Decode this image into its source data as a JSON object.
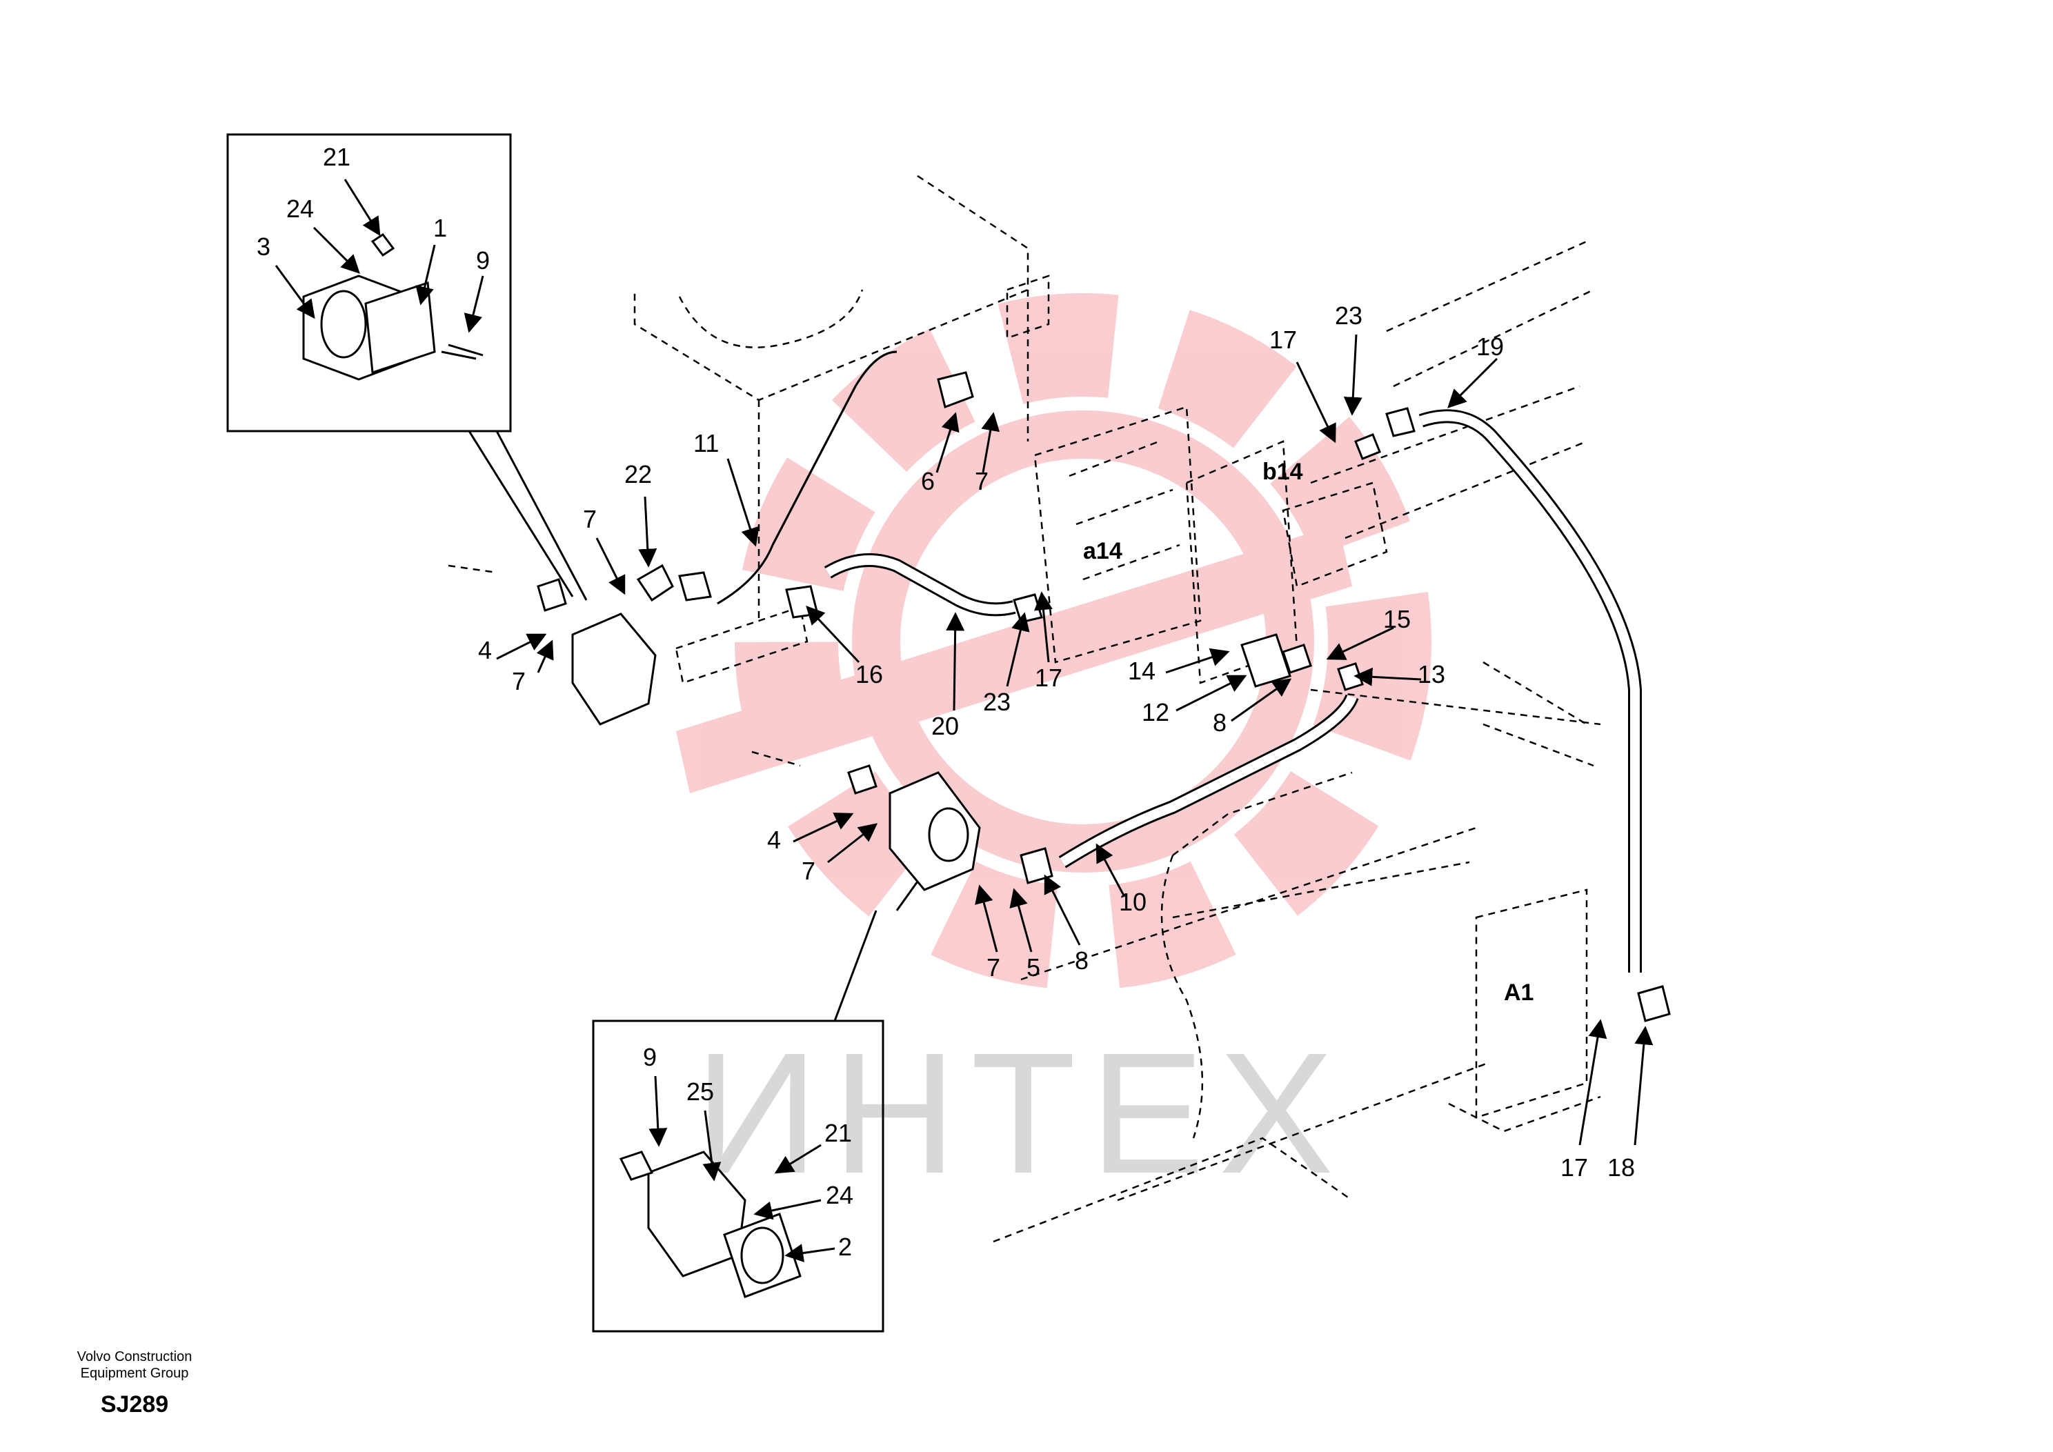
{
  "diagram": {
    "watermark_text": "ИНТЕХ",
    "valve_tags": [
      "b14",
      "a14",
      "A1"
    ],
    "callouts": [
      "21",
      "24",
      "3",
      "1",
      "9",
      "11",
      "22",
      "7",
      "4",
      "7",
      "6",
      "7",
      "16",
      "20",
      "23",
      "17",
      "17",
      "23",
      "19",
      "14",
      "15",
      "12",
      "13",
      "8",
      "4",
      "7",
      "10",
      "7",
      "5",
      "8",
      "9",
      "25",
      "21",
      "24",
      "2",
      "17",
      "18"
    ]
  },
  "footer": {
    "org_line1": "Volvo Construction",
    "org_line2": "Equipment Group",
    "code": "SJ289"
  }
}
